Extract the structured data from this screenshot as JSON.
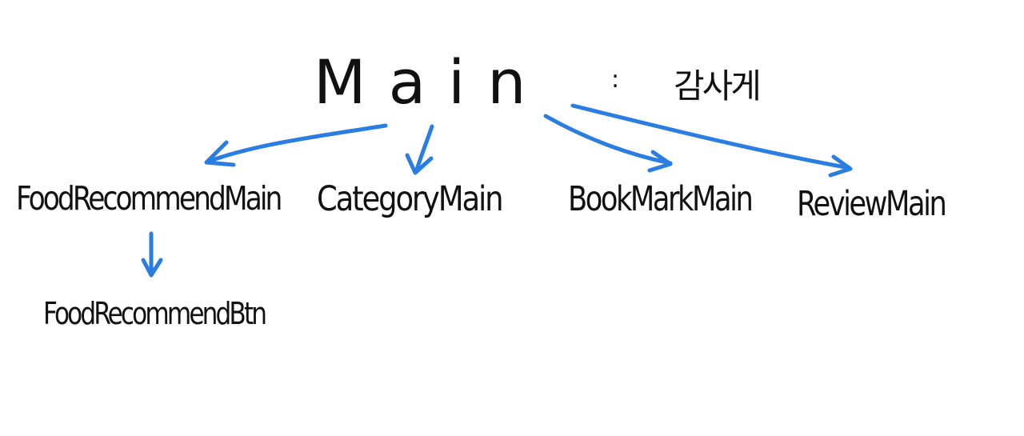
{
  "diagram": {
    "root": {
      "label": "Main",
      "separator": ":",
      "note": "감사게"
    },
    "children": [
      {
        "label": "FoodRecommendMain"
      },
      {
        "label": "CategoryMain"
      },
      {
        "label": "BookMarkMain"
      },
      {
        "label": "ReviewMain"
      }
    ],
    "grandchildren": [
      {
        "parent": "FoodRecommendMain",
        "label": "FoodRecommendBtn"
      }
    ],
    "edges": [
      {
        "from": "Main",
        "to": "FoodRecommendMain"
      },
      {
        "from": "Main",
        "to": "CategoryMain"
      },
      {
        "from": "Main",
        "to": "BookMarkMain"
      },
      {
        "from": "Main",
        "to": "ReviewMain"
      },
      {
        "from": "FoodRecommendMain",
        "to": "FoodRecommendBtn"
      }
    ],
    "colors": {
      "arrow": "#2a7de1",
      "text": "#111111",
      "background": "#ffffff"
    }
  }
}
